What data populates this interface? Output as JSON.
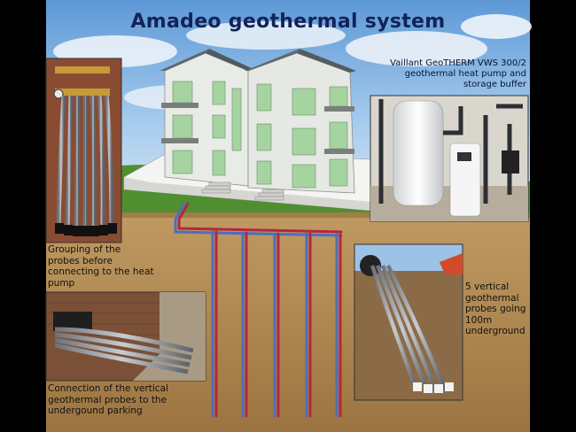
{
  "title": "Amadeo geothermal system",
  "captions": {
    "heat_pump": "Vaillant GeoTHERM VWS 300/2 geothermal heat pump and storage buffer",
    "grouping": "Grouping of the probes before connecting to the heat pump",
    "connection": "Connection of the vertical geothermal probes to the undergound parking",
    "vertical": "5 vertical geothermal probes going 100m underground"
  },
  "colors": {
    "title": "#13235a",
    "soil": "#b38a52",
    "pipe_red": "#b4283a",
    "pipe_blue": "#4b6fc0",
    "sky": "#7fb2e2"
  }
}
